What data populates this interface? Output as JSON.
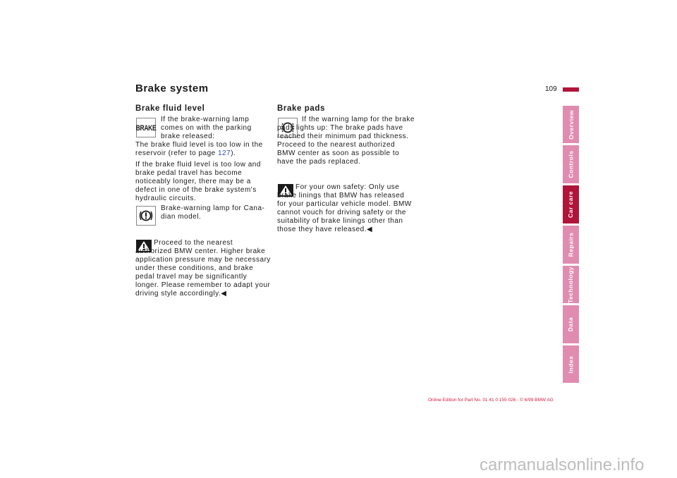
{
  "header": {
    "title": "Brake system",
    "page_number": "109",
    "accent_color": "#b0143a"
  },
  "left_column": {
    "heading": "Brake fluid level",
    "p1_intro": "If the brake-warning lamp comes on with the parking brake released:",
    "p1_body_pre": "The brake fluid level is too low in the reservoir (refer to page ",
    "p1_link": "127",
    "p1_body_post": ").",
    "p2": "If the brake fluid level is too low and brake pedal travel has become noticeably longer, there may be a defect in one of the brake system's hydraulic circuits.",
    "p3_line1": "Brake-warning lamp for Cana-",
    "p3_line2": "dian model.",
    "warning_text": "Proceed to the nearest authorized BMW center. Higher brake application pressure may be necessary under these conditions, and brake pedal travel may be significantly longer. Please remember to adapt your driving style accordingly.◀",
    "brake_icon_text": "BRAKE"
  },
  "right_column": {
    "heading": "Brake pads",
    "p1": "If the warning lamp for the brake pads lights up: The brake pads have reached their minimum pad thickness. Proceed to the nearest authorized BMW center as soon as possible to have the pads replaced.",
    "warning_text": "For your own safety: Only use brake linings that BMW has released for your particular vehicle model. BMW cannot vouch for driving safety or the suitability of brake linings other than those they have released.◀"
  },
  "tabs": [
    {
      "label": "Overview",
      "active": false
    },
    {
      "label": "Controls",
      "active": false
    },
    {
      "label": "Car care",
      "active": true
    },
    {
      "label": "Repairs",
      "active": false
    },
    {
      "label": "Technology",
      "active": false
    },
    {
      "label": "Data",
      "active": false
    },
    {
      "label": "Index",
      "active": false
    }
  ],
  "icons": {
    "brake_lamp": "brake-warning-lamp-icon",
    "canadian_lamp": "exclamation-circle-icon",
    "pad_lamp": "brake-pad-warning-icon",
    "warning": "warning-triangle-icon"
  },
  "footer": "Online Edition for Part No. 01 41 0 155 026 - © 6/99 BMW AG",
  "watermark": "carmanualsonline.info"
}
